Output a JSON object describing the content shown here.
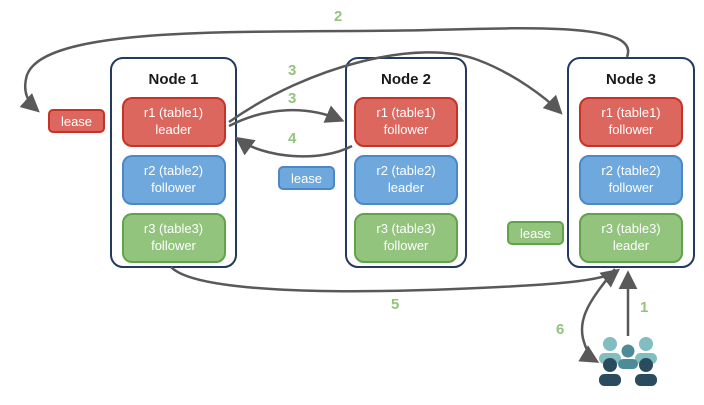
{
  "diagram_title": "raft-leaders-leases-request-flow",
  "colors": {
    "node_border": "#23395E",
    "arrow": "#595959",
    "step_number": "#93C47D",
    "red_fill": "#DC675F",
    "red_border": "#C73227",
    "blue_fill": "#6FA8DC",
    "blue_border": "#4C87C8",
    "green_fill": "#93C47D",
    "green_border": "#61A24B",
    "users_back": "#82BDC1",
    "users_middle": "#4D8B99",
    "users_front": "#2B4B5F"
  },
  "nodes": [
    {
      "title": "Node 1",
      "replicas": [
        {
          "range": "r1 (table1)",
          "role": "leader",
          "color": "red"
        },
        {
          "range": "r2 (table2)",
          "role": "follower",
          "color": "blue"
        },
        {
          "range": "r3 (table3)",
          "role": "follower",
          "color": "green"
        }
      ]
    },
    {
      "title": "Node 2",
      "replicas": [
        {
          "range": "r1 (table1)",
          "role": "follower",
          "color": "red"
        },
        {
          "range": "r2 (table2)",
          "role": "leader",
          "color": "blue"
        },
        {
          "range": "r3 (table3)",
          "role": "follower",
          "color": "green"
        }
      ]
    },
    {
      "title": "Node 3",
      "replicas": [
        {
          "range": "r1 (table1)",
          "role": "follower",
          "color": "red"
        },
        {
          "range": "r2 (table2)",
          "role": "follower",
          "color": "blue"
        },
        {
          "range": "r3 (table3)",
          "role": "leader",
          "color": "green"
        }
      ]
    }
  ],
  "leases": [
    {
      "label": "lease",
      "color": "red"
    },
    {
      "label": "lease",
      "color": "blue"
    },
    {
      "label": "lease",
      "color": "green"
    }
  ],
  "steps": [
    {
      "n": "1"
    },
    {
      "n": "2"
    },
    {
      "n": "3"
    },
    {
      "n": "3"
    },
    {
      "n": "4"
    },
    {
      "n": "5"
    },
    {
      "n": "6"
    }
  ],
  "users_icon": "users-group-icon"
}
